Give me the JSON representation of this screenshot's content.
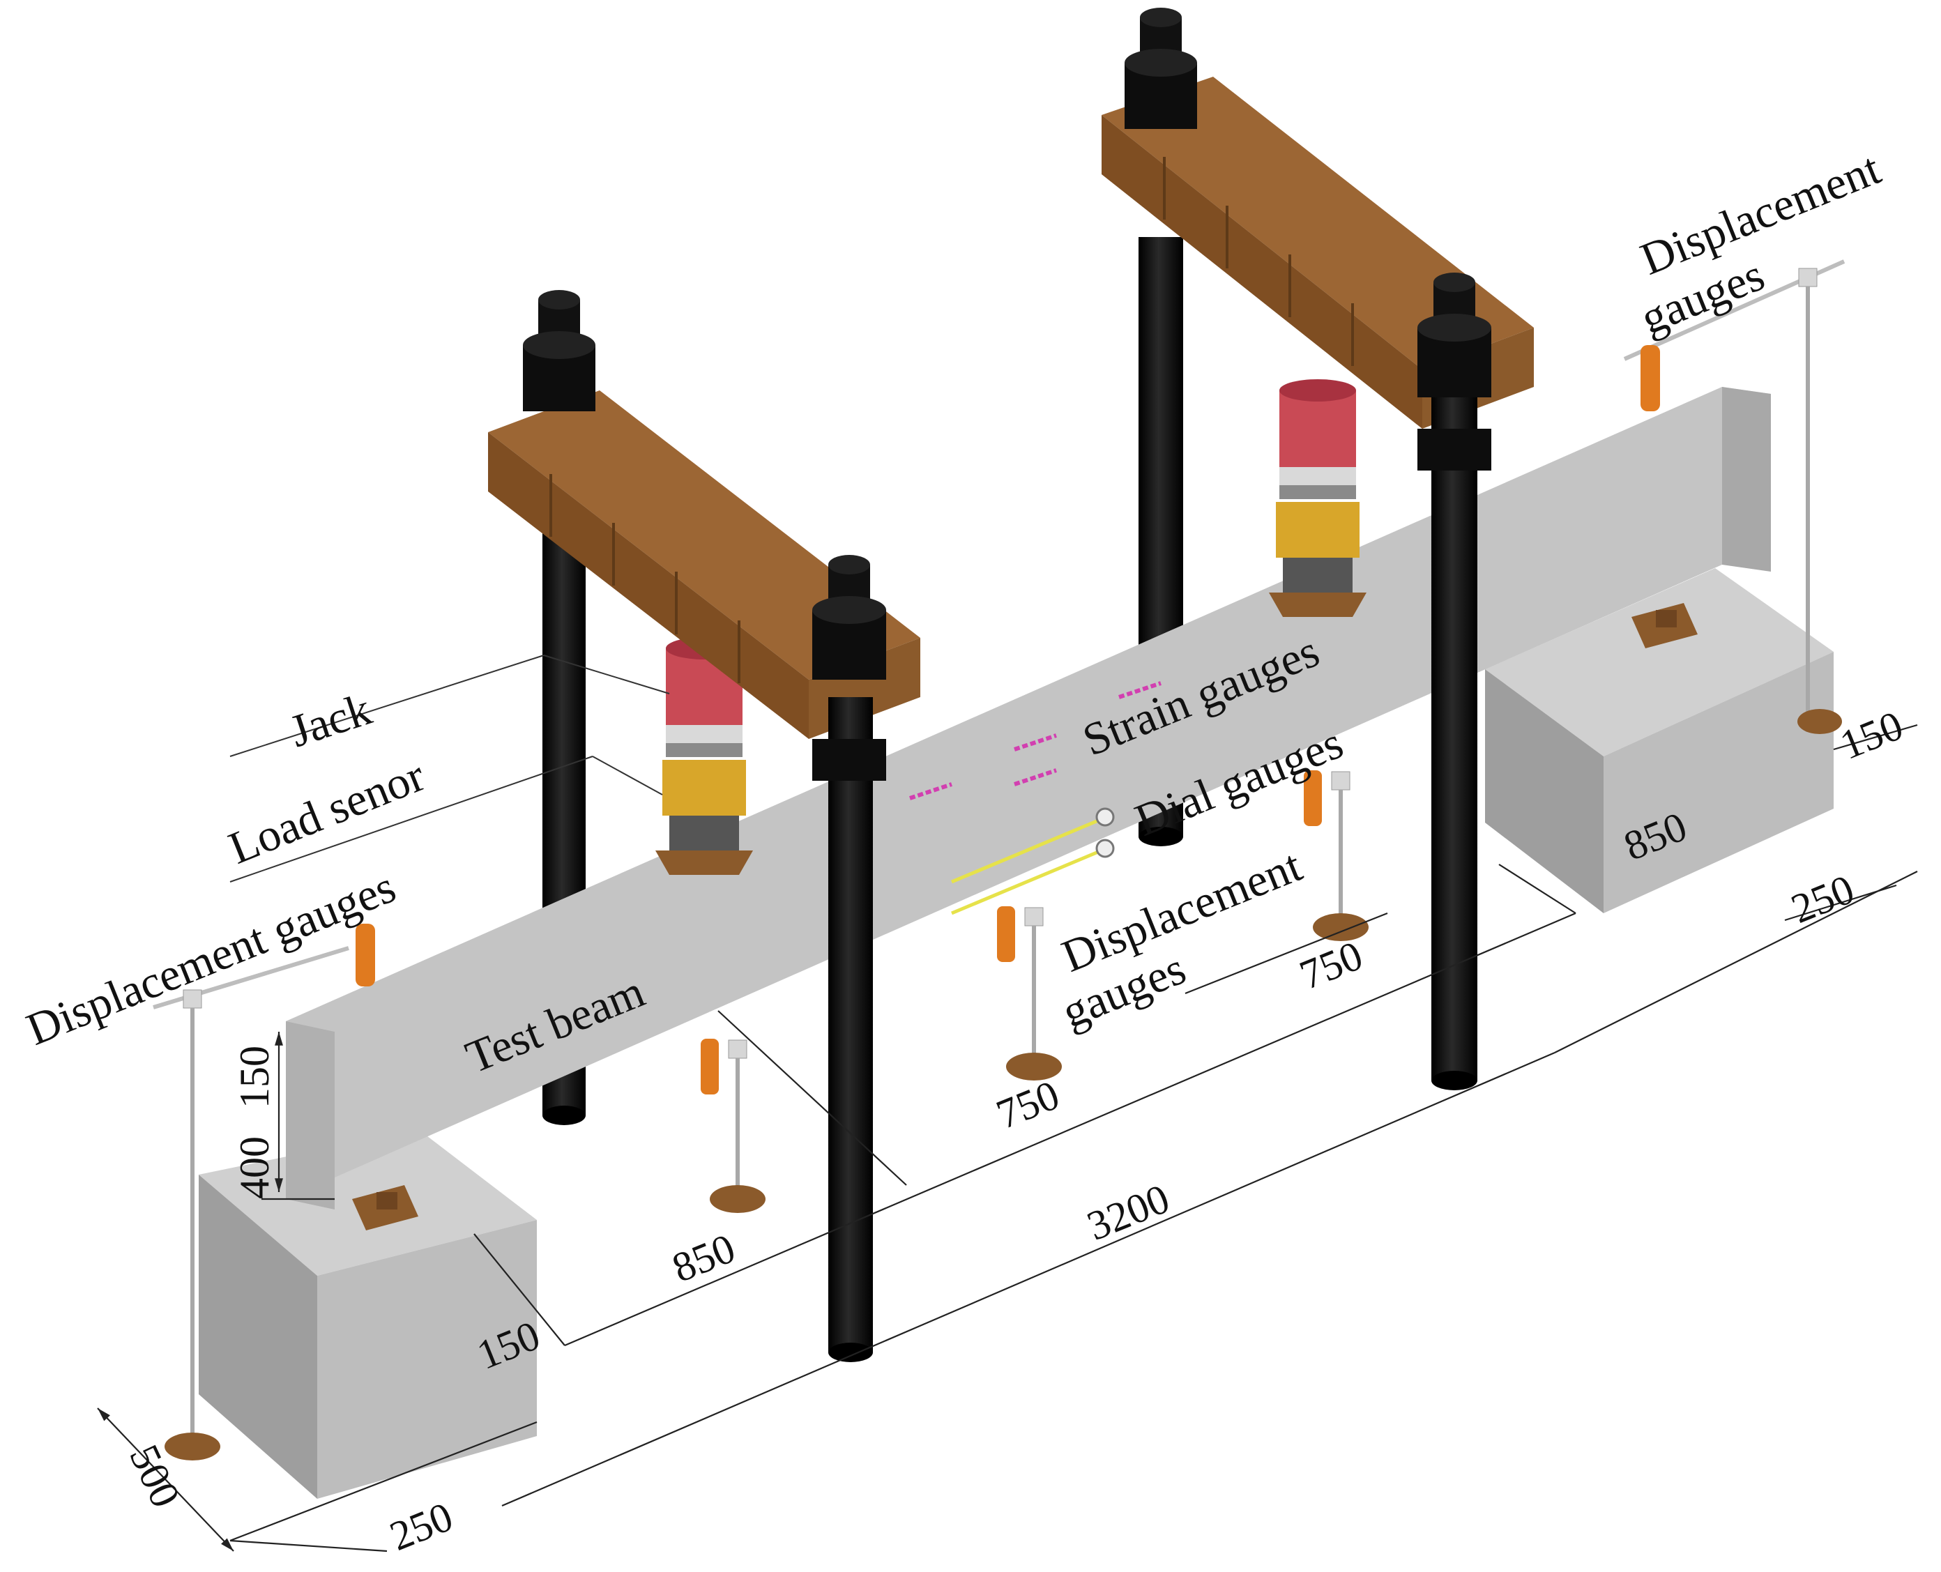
{
  "labels": {
    "jack": "Jack",
    "load_sensor": "Load senor",
    "displacement_left": "Displacement gauges",
    "displacement_right_1": "Displacement",
    "displacement_right_2": "gauges",
    "displacement_mid_1": "Displacement",
    "displacement_mid_2": "gauges",
    "strain_gauges": "Strain gauges",
    "dial_gauges": "Dial gauges",
    "test_beam": "Test beam"
  },
  "dimensions": {
    "beam_height": "400",
    "beam_width": "150",
    "left_support_offset": "150",
    "right_support_offset": "150",
    "left_shear_span": "850",
    "right_shear_span": "850",
    "pure_bending_1": "750",
    "pure_bending_2": "750",
    "total_span": "3200",
    "left_block_width": "250",
    "right_block_width": "250",
    "block_depth": "500"
  },
  "colors": {
    "concrete": "#c4c4c4",
    "concrete_dark": "#9e9e9e",
    "steel_beam": "#8b5a2b",
    "rod": "#111111",
    "jack": "#c94a55",
    "load_sensor": "#d8a62a",
    "gauge": "#e07a1f",
    "strain_gauge": "#d23fb0",
    "dial_gauge": "#e6e24a"
  },
  "icons": {
    "jack": "hydraulic-jack-icon",
    "load_sensor": "load-cell-icon",
    "displacement_gauge": "lvdt-icon",
    "dial_gauge": "dial-gauge-icon",
    "strain_gauge": "strain-gauge-icon",
    "threaded_rod": "threaded-rod-icon",
    "roller_support": "roller-support-icon"
  }
}
